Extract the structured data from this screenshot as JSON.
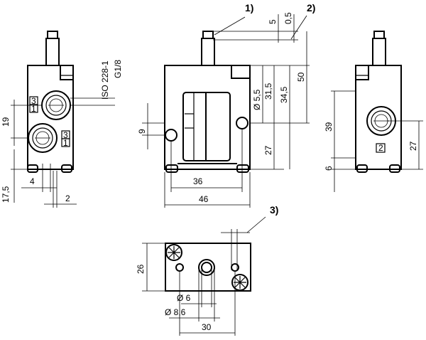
{
  "callouts": {
    "c1": "1)",
    "c2": "2)",
    "c3": "3)"
  },
  "left_view": {
    "thread_label_1": "ISO 228-1",
    "thread_label_2": "G1/8",
    "port_upper_top": "3",
    "port_upper_bottom": "1",
    "port_lower_top": "3",
    "port_lower_bottom": "1",
    "dim_19": "19",
    "dim_17_5": "17,5",
    "dim_4": "4",
    "dim_2": "2"
  },
  "front_view": {
    "dim_5": "5",
    "dim_0_5": "0,5",
    "dim_50": "50",
    "dim_diam_5_5": "Ø 5,5",
    "dim_31_5": "31,5",
    "dim_34_5": "34,5",
    "dim_9": "9",
    "dim_27": "27",
    "dim_36": "36",
    "dim_46": "46"
  },
  "right_view": {
    "port_label": "2",
    "dim_39": "39",
    "dim_6": "6",
    "dim_27": "27"
  },
  "bottom_view": {
    "dim_26": "26",
    "dim_diam_6": "Ø 6",
    "dim_diam_8_6": "Ø 8,6",
    "dim_30": "30"
  }
}
